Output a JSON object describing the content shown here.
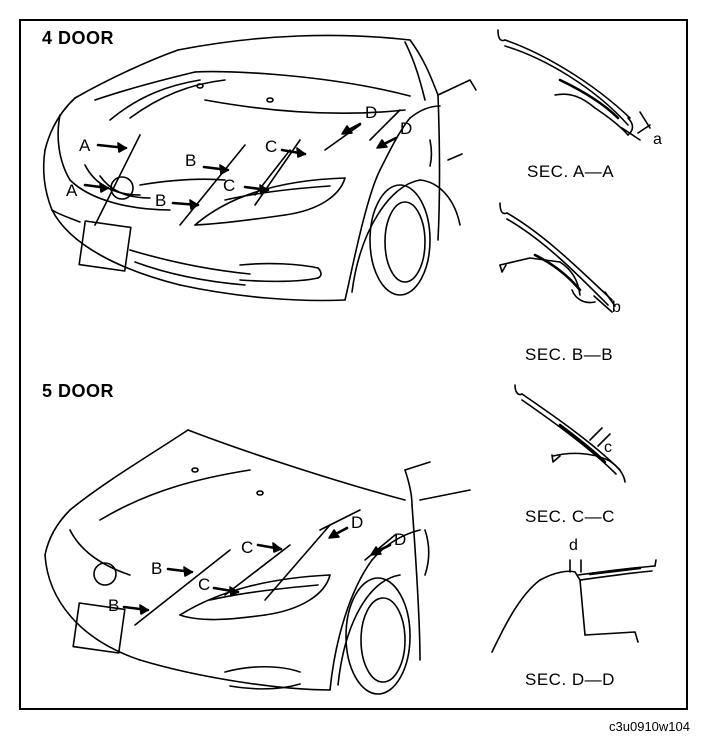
{
  "headings": {
    "four_door": "4 DOOR",
    "five_door": "5 DOOR"
  },
  "callouts": {
    "a": "A",
    "b": "B",
    "c": "C",
    "d": "D",
    "d_mark": "D"
  },
  "sections": {
    "aa": {
      "title": "SEC. A—A",
      "dim": "a"
    },
    "bb": {
      "title": "SEC. B—B",
      "dim": "b"
    },
    "cc": {
      "title": "SEC. C—C",
      "dim": "c"
    },
    "dd": {
      "title": "SEC. D—D",
      "dim": "d"
    }
  },
  "figure_code": "c3u0910w104"
}
